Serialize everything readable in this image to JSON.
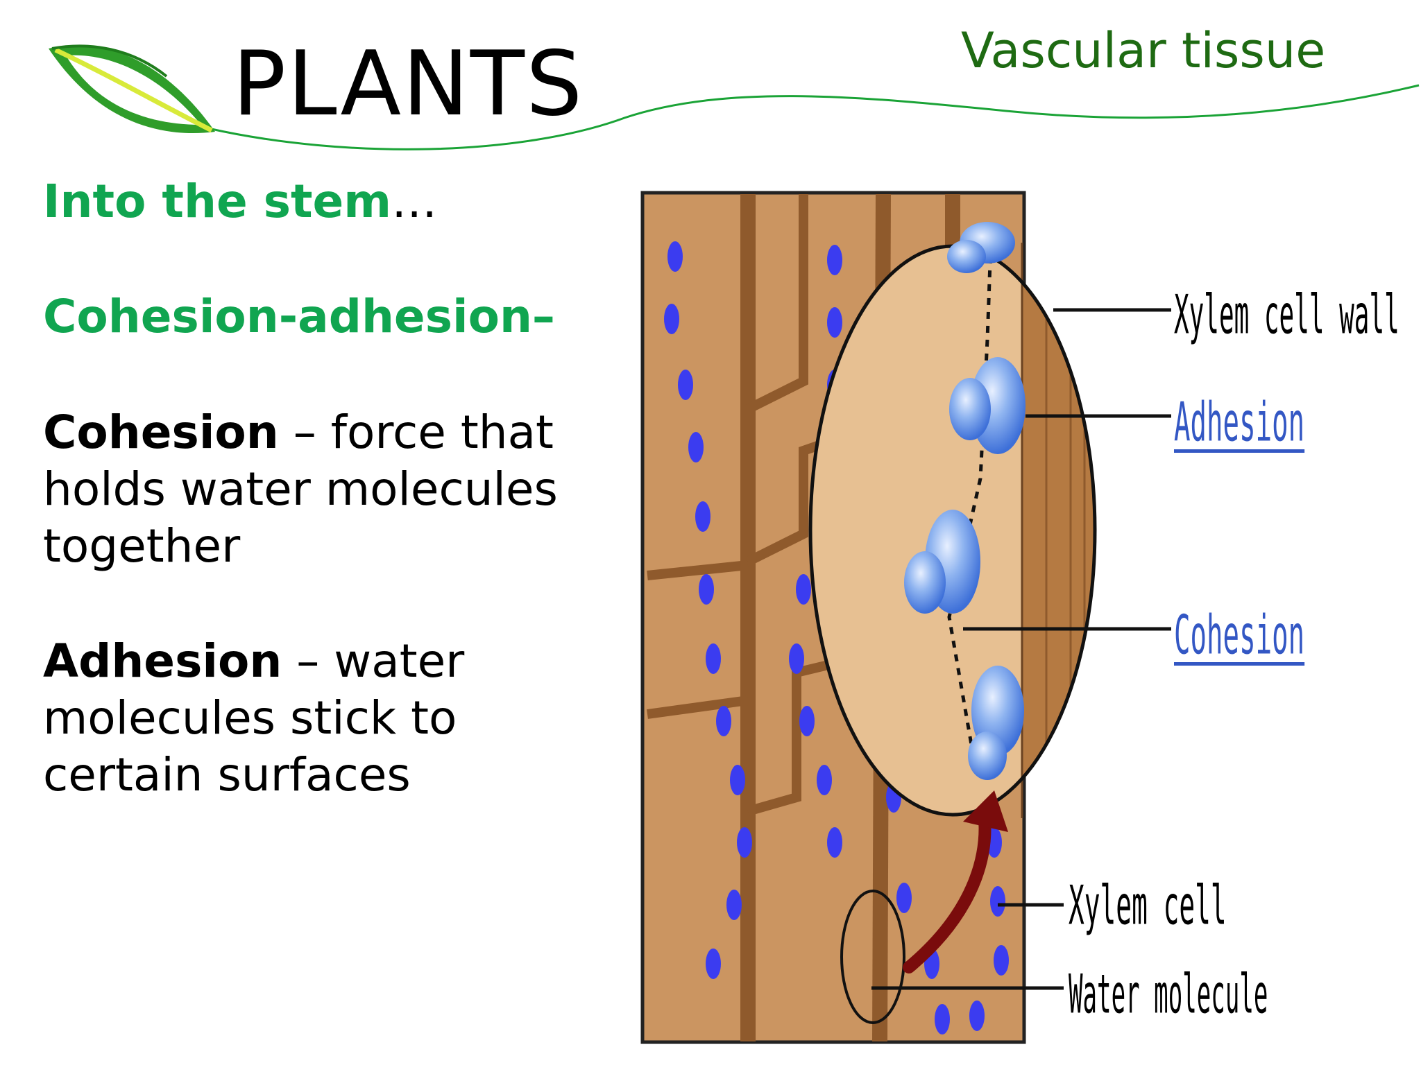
{
  "header": {
    "title": "PLANTS",
    "section": "Vascular tissue"
  },
  "content": {
    "subheading1": "Into the stem",
    "subheading1_suffix": "…",
    "subheading2": "Cohesion-adhesion–",
    "paragraphs": [
      {
        "term": "Cohesion",
        "lines": [
          " – force that",
          "holds water molecules",
          "together"
        ]
      },
      {
        "term": "Adhesion",
        "lines": [
          " – water",
          "molecules stick to",
          "certain surfaces"
        ]
      }
    ]
  },
  "diagram": {
    "labels": {
      "xylem_cell_wall": "Xylem cell wall",
      "adhesion": "Adhesion",
      "cohesion": "Cohesion",
      "xylem_cell": "Xylem cell",
      "water_molecule": "Water molecule"
    }
  },
  "colors": {
    "accent_green": "#10a550",
    "section_green": "#1e6a12",
    "link_blue": "#3357c4",
    "wood": "#cb9561",
    "wood_dark": "#9a6434",
    "water_blue": "#3b3cf0"
  },
  "icons": [
    "leaf-logo-icon"
  ]
}
